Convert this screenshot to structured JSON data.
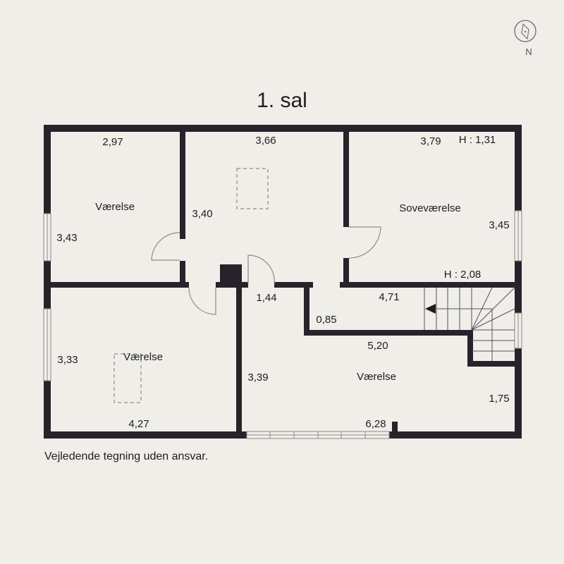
{
  "title": "1. sal",
  "compass": {
    "icon": "compass-icon",
    "label": "N"
  },
  "disclaimer": "Vejledende tegning uden ansvar.",
  "rooms": [
    {
      "name": "Værelse",
      "width": "2,97",
      "depth": "3,43"
    },
    {
      "name": "",
      "width": "3,66",
      "depth": "3,40"
    },
    {
      "name": "Soveværelse",
      "width": "3,79",
      "depth": "3,45",
      "height_note": "H : 1,31",
      "height_note2": "H : 2,08"
    },
    {
      "name": "Værelse",
      "width": "4,27",
      "depth": "3,33"
    },
    {
      "name": "",
      "width": "1,44"
    },
    {
      "name": "",
      "width": "4,71",
      "depth": "0,85"
    },
    {
      "name": "Værelse",
      "width": "5,20",
      "depth": "3,39",
      "width2": "6,28",
      "depth2": "1,75"
    }
  ],
  "colors": {
    "wall": "#26232b",
    "background": "#efeee9",
    "fixture": "#8d8b88"
  }
}
